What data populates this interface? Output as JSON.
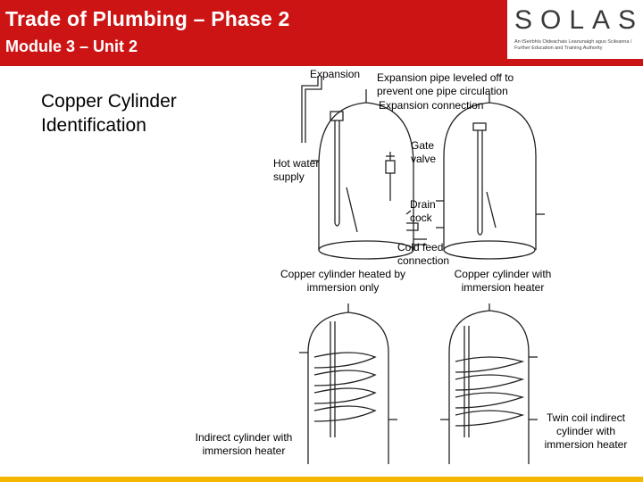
{
  "header": {
    "title": "Trade of Plumbing – Phase 2",
    "subtitle": "Module 3 – Unit 2"
  },
  "logo": {
    "wordmark": "SOLAS",
    "tagline": "An tSeirbhís Oideachais Leanunaigh agus Scileanna / Further Education and Training Authority"
  },
  "page": {
    "title_line1": "Copper Cylinder",
    "title_line2": "Identification"
  },
  "labels": {
    "expansion": "Expansion",
    "expansion_pipe_line1": "Expansion pipe leveled off to",
    "expansion_pipe_line2": "prevent one pipe circulation",
    "expansion_connection": "Expansion connection",
    "hot_water_line1": "Hot water",
    "hot_water_line2": "supply",
    "gate_line1": "Gate",
    "gate_line2": "valve",
    "drain_line1": "Drain",
    "drain_line2": "cock",
    "cold_line1": "Cold feed",
    "cold_line2": "connection",
    "immersion_only_line1": "Copper cylinder heated by",
    "immersion_only_line2": "immersion only",
    "with_heater_line1": "Copper cylinder with",
    "with_heater_line2": "immersion heater",
    "indirect_line1": "Indirect cylinder with",
    "indirect_line2": "immersion heater",
    "twin_line1": "Twin coil indirect",
    "twin_line2": "cylinder with",
    "twin_line3": "immersion heater"
  },
  "colors": {
    "header_red": "#cc1414",
    "bottom_band": "#f5b500"
  }
}
